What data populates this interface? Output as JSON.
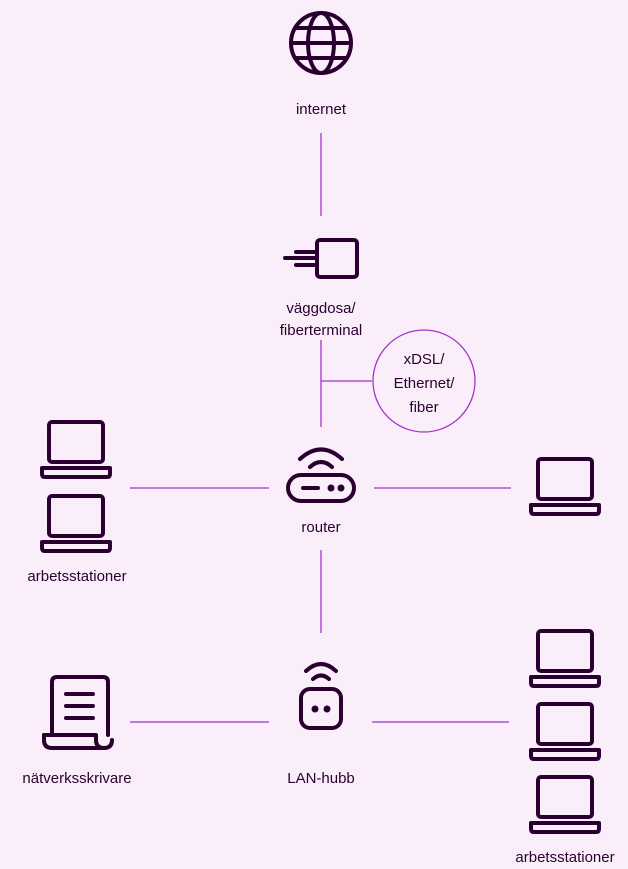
{
  "nodes": {
    "internet": "internet",
    "wall_socket_line1": "väggdosa/",
    "wall_socket_line2": "fiberterminal",
    "router": "router",
    "lan_hub": "LAN-hubb",
    "network_printer": "nätverksskrivare",
    "workstations_left": "arbetsstationer",
    "workstations_right": "arbetsstationer"
  },
  "connection_badge": {
    "line1": "xDSL/",
    "line2": "Ethernet/",
    "line3": "fiber"
  },
  "icons": [
    "globe-icon",
    "fiber-terminal-icon",
    "router-icon",
    "hub-icon",
    "printer-icon",
    "laptop-icon"
  ],
  "colors": {
    "background": "#fbeefb",
    "icon_stroke": "#29002f",
    "connector": "#a333c8"
  }
}
